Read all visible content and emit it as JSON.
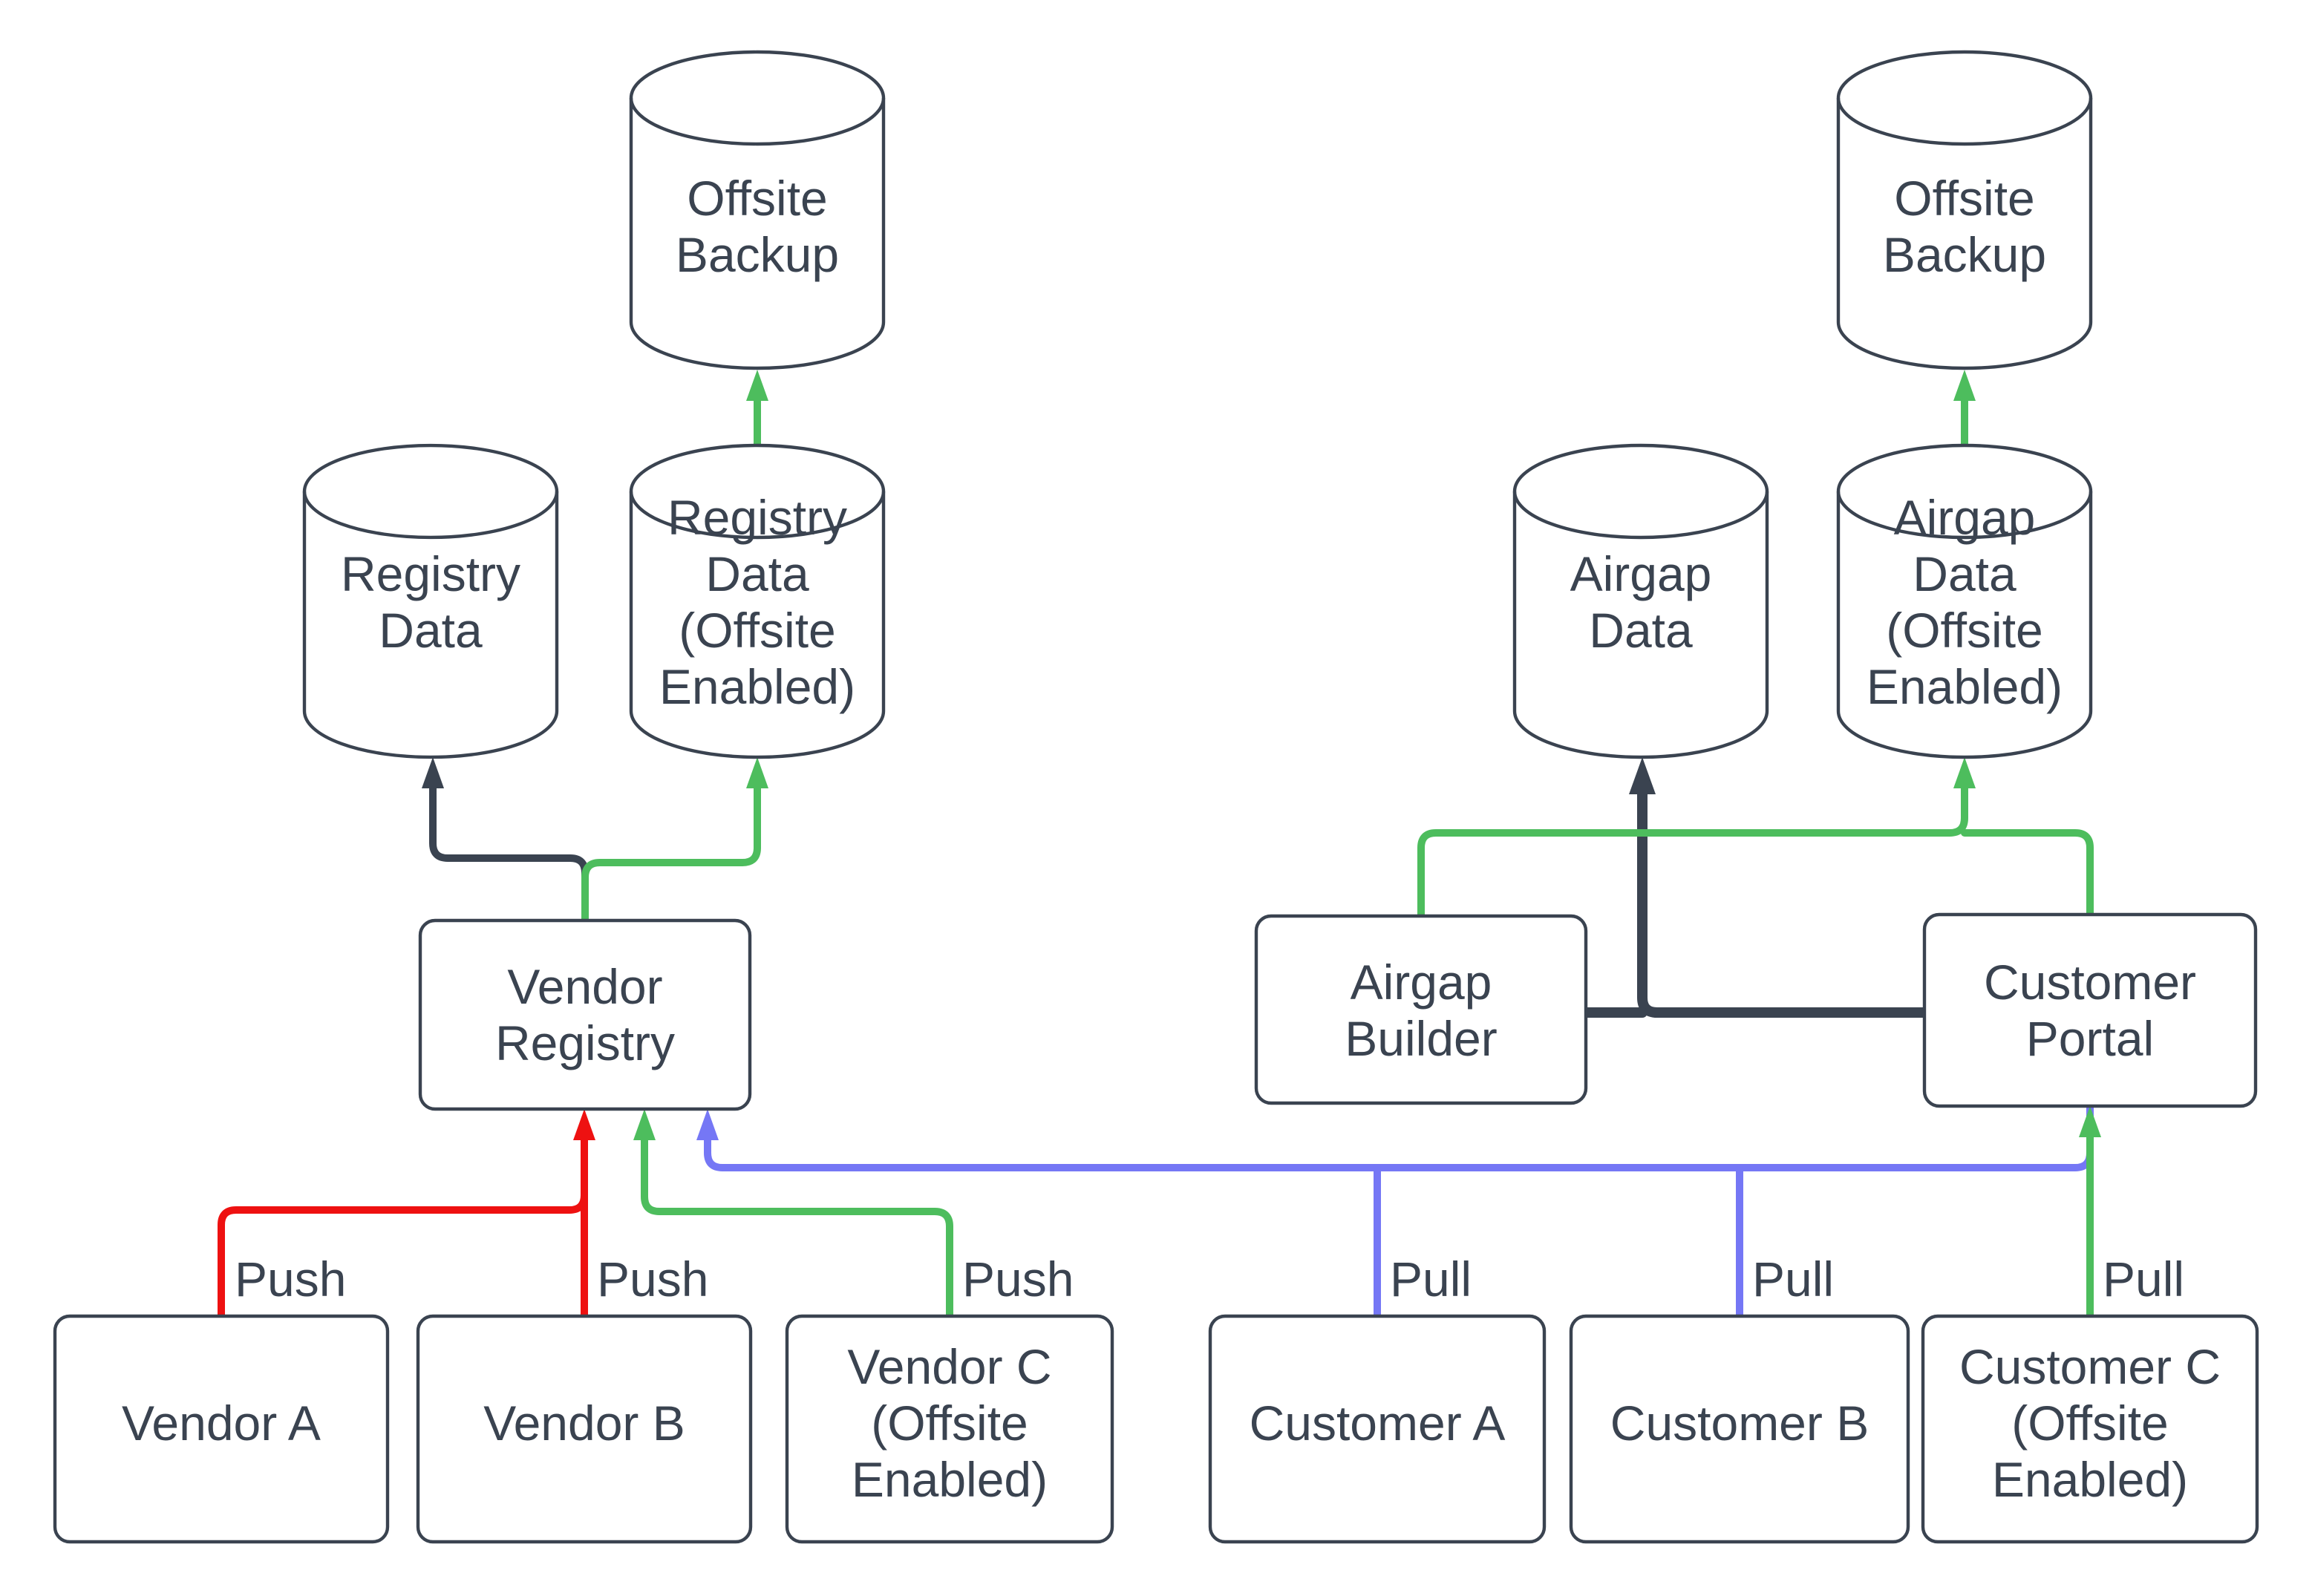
{
  "colors": {
    "stroke_dark": "#3a4350",
    "text": "#3a4350",
    "green": "#4dbd5d",
    "red": "#ee1111",
    "violet": "#7577f5",
    "bg": "#ffffff"
  },
  "nodes": {
    "offsite_backup_left": {
      "type": "cylinder",
      "label": "Offsite Backup",
      "lines": [
        "Offsite",
        "Backup"
      ]
    },
    "offsite_backup_right": {
      "type": "cylinder",
      "label": "Offsite Backup",
      "lines": [
        "Offsite",
        "Backup"
      ]
    },
    "registry_data": {
      "type": "cylinder",
      "label": "Registry Data",
      "lines": [
        "Registry",
        "Data"
      ]
    },
    "registry_data_offsite": {
      "type": "cylinder",
      "label": "Registry Data (Offsite Enabled)",
      "lines": [
        "Registry",
        "Data",
        "(Offsite",
        "Enabled)"
      ]
    },
    "airgap_data": {
      "type": "cylinder",
      "label": "Airgap Data",
      "lines": [
        "Airgap",
        "Data"
      ]
    },
    "airgap_data_offsite": {
      "type": "cylinder",
      "label": "Airgap Data (Offsite Enabled)",
      "lines": [
        "Airgap",
        "Data",
        "(Offsite",
        "Enabled)"
      ]
    },
    "vendor_registry": {
      "type": "box",
      "label": "Vendor Registry",
      "lines": [
        "Vendor",
        "Registry"
      ]
    },
    "airgap_builder": {
      "type": "box",
      "label": "Airgap Builder",
      "lines": [
        "Airgap",
        "Builder"
      ]
    },
    "customer_portal": {
      "type": "box",
      "label": "Customer Portal",
      "lines": [
        "Customer",
        "Portal"
      ]
    },
    "vendor_a": {
      "type": "box",
      "label": "Vendor A",
      "lines": [
        "Vendor A"
      ]
    },
    "vendor_b": {
      "type": "box",
      "label": "Vendor B",
      "lines": [
        "Vendor B"
      ]
    },
    "vendor_c": {
      "type": "box",
      "label": "Vendor C (Offsite Enabled)",
      "lines": [
        "Vendor C",
        "(Offsite",
        "Enabled)"
      ]
    },
    "customer_a": {
      "type": "box",
      "label": "Customer A",
      "lines": [
        "Customer A"
      ]
    },
    "customer_b": {
      "type": "box",
      "label": "Customer B",
      "lines": [
        "Customer B"
      ]
    },
    "customer_c": {
      "type": "box",
      "label": "Customer C (Offsite Enabled)",
      "lines": [
        "Customer C",
        "(Offsite",
        "Enabled)"
      ]
    }
  },
  "edge_labels": {
    "push_vendor_a": "Push",
    "push_vendor_b": "Push",
    "push_vendor_c": "Push",
    "pull_customer_a": "Pull",
    "pull_customer_b": "Pull",
    "pull_customer_c": "Pull"
  },
  "edges": [
    {
      "from": "Vendor Registry",
      "to": "Registry Data",
      "color": "dark"
    },
    {
      "from": "Vendor Registry",
      "to": "Registry Data (Offsite Enabled)",
      "color": "green"
    },
    {
      "from": "Registry Data (Offsite Enabled)",
      "to": "Offsite Backup",
      "color": "green"
    },
    {
      "from": "Vendor A",
      "to": "Vendor Registry",
      "label": "Push",
      "color": "red"
    },
    {
      "from": "Vendor B",
      "to": "Vendor Registry",
      "label": "Push",
      "color": "red"
    },
    {
      "from": "Vendor C (Offsite Enabled)",
      "to": "Vendor Registry",
      "label": "Push",
      "color": "green"
    },
    {
      "from": "Customer Portal",
      "to": "Vendor Registry",
      "color": "violet"
    },
    {
      "from": "Customer A",
      "to": "Vendor Registry",
      "label": "Pull",
      "color": "violet"
    },
    {
      "from": "Customer B",
      "to": "Vendor Registry",
      "label": "Pull",
      "color": "violet"
    },
    {
      "from": "Customer C (Offsite Enabled)",
      "to": "Customer Portal",
      "label": "Pull",
      "color": "green"
    },
    {
      "from": "Airgap Builder",
      "to": "Airgap Data",
      "color": "dark"
    },
    {
      "from": "Customer Portal",
      "to": "Airgap Data",
      "color": "dark"
    },
    {
      "from": "Airgap Builder",
      "to": "Airgap Data (Offsite Enabled)",
      "color": "green"
    },
    {
      "from": "Customer Portal",
      "to": "Airgap Data (Offsite Enabled)",
      "color": "green"
    },
    {
      "from": "Airgap Data (Offsite Enabled)",
      "to": "Offsite Backup",
      "color": "green"
    }
  ]
}
